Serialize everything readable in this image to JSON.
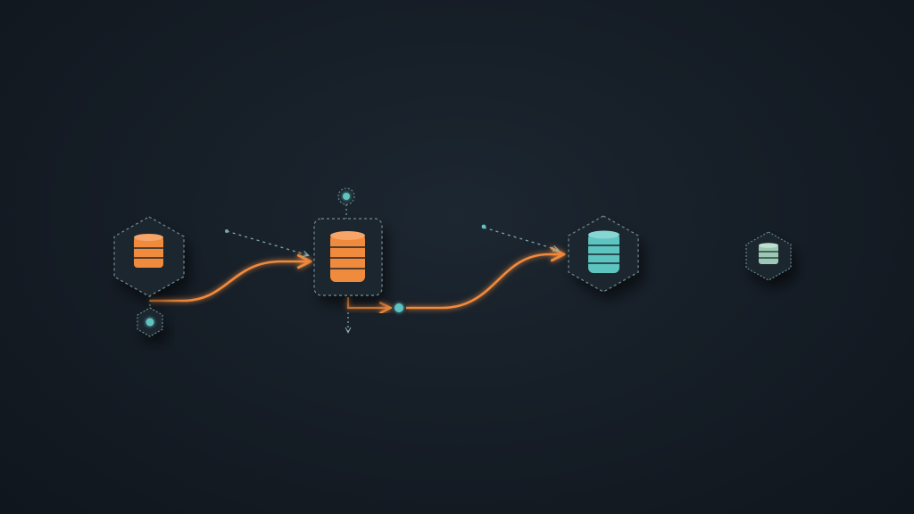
{
  "theme": {
    "background": "#161e27",
    "node_fill": "#1c262f",
    "node_border": "#6f8a92",
    "accent_orange": "#f08a3c",
    "accent_teal": "#5ec4c0",
    "accent_sage": "#9cc9b4",
    "dashed_line": "#7aa6a8"
  },
  "nodes": [
    {
      "id": "source-db",
      "shape": "hexagon",
      "icon": "database-icon",
      "color": "#f08a3c"
    },
    {
      "id": "transform-db",
      "shape": "rounded-square",
      "icon": "database-icon",
      "color": "#f08a3c"
    },
    {
      "id": "warehouse-db",
      "shape": "hexagon",
      "icon": "database-icon",
      "color": "#5ec4c0"
    },
    {
      "id": "replica-db",
      "shape": "hexagon",
      "icon": "database-icon",
      "color": "#9cc9b4"
    },
    {
      "id": "source-port",
      "shape": "hexagon",
      "icon": "dot-icon",
      "color": "#5ec4c0"
    },
    {
      "id": "transform-port",
      "shape": "circle",
      "icon": "dot-icon",
      "color": "#5ec4c0"
    }
  ],
  "connections": [
    {
      "from": "source-db",
      "to": "transform-db",
      "style": "solid-glow",
      "color": "#f08a3c"
    },
    {
      "from": "transform-db",
      "to": "warehouse-db",
      "style": "solid-glow",
      "color": "#f08a3c"
    },
    {
      "from": "warehouse-db",
      "to": "replica-db",
      "style": "dotted",
      "color": "#f08a3c"
    },
    {
      "from": "source-port",
      "to": "source-db",
      "style": "dashed",
      "color": "#7aa6a8"
    },
    {
      "from": "transform-port",
      "to": "transform-db",
      "style": "dashed",
      "color": "#7aa6a8"
    }
  ]
}
